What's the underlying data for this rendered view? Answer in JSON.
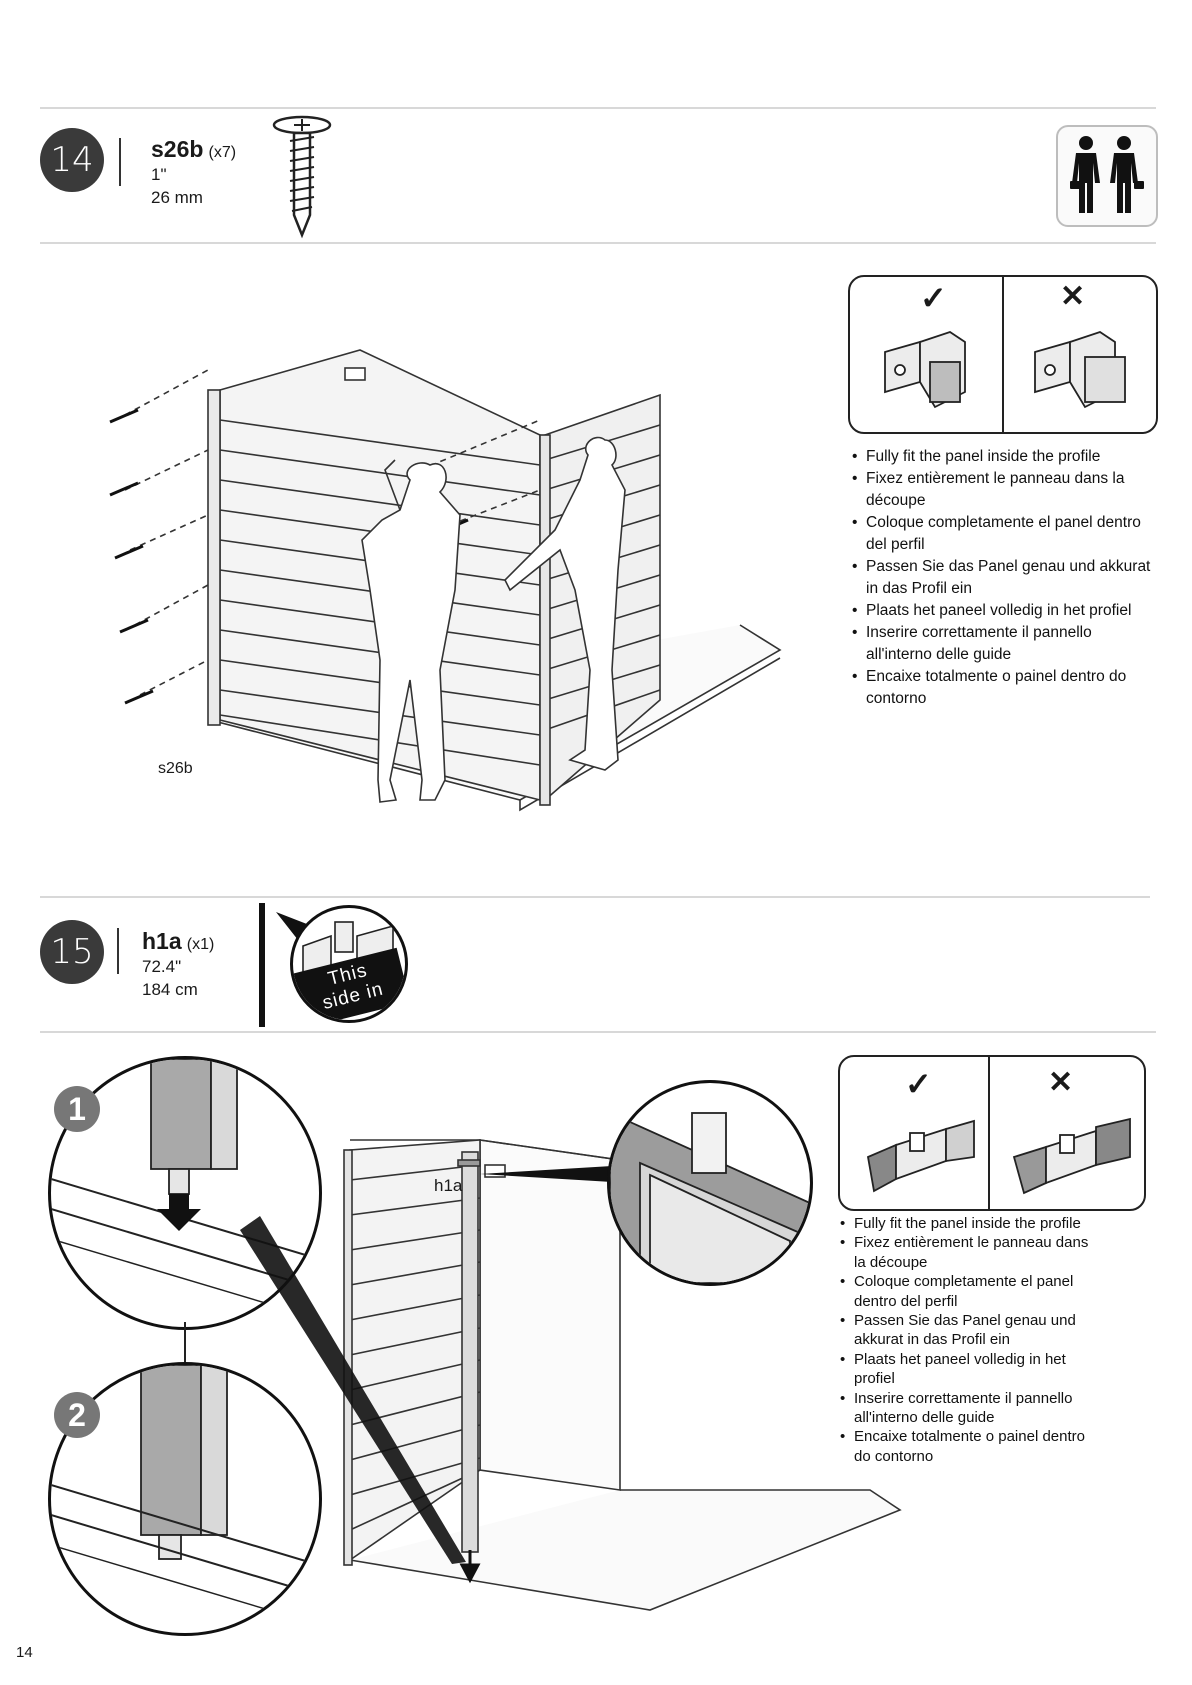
{
  "page_number": "14",
  "step14": {
    "number": "14",
    "part_code": "s26b",
    "quantity": "(x7)",
    "size_imperial": "1\"",
    "size_metric": "26 mm",
    "people_icon": "two-people-icon",
    "screw_label": "s26b",
    "correct_mark": "✓",
    "wrong_mark": "✕",
    "instructions": [
      "Fully fit the panel inside the profile",
      "Fixez entièrement le panneau dans la découpe",
      "Coloque completamente el panel dentro del perfil",
      "Passen Sie das Panel genau und akkurat in das Profil ein",
      "Plaats het paneel volledig in het profiel",
      "Inserire correttamente il pannello all'interno delle guide",
      "Encaixe totalmente o painel dentro do contorno"
    ]
  },
  "step15": {
    "number": "15",
    "part_code": "h1a",
    "quantity": "(x1)",
    "size_imperial": "72.4\"",
    "size_metric": "184 cm",
    "badge_line1": "This",
    "badge_line2": "side in",
    "profile_label": "h1a",
    "substep1": "1",
    "substep2": "2",
    "correct_mark": "✓",
    "wrong_mark": "✕",
    "instructions": [
      "Fully fit the panel inside the profile",
      "Fixez entièrement le panneau dans la découpe",
      "Coloque completamente el panel dentro del perfil",
      "Passen Sie das Panel genau und akkurat in das Profil ein",
      "Plaats het paneel volledig in het profiel",
      "Inserire correttamente il pannello all'interno delle guide",
      "Encaixe totalmente o painel dentro do contorno"
    ]
  }
}
